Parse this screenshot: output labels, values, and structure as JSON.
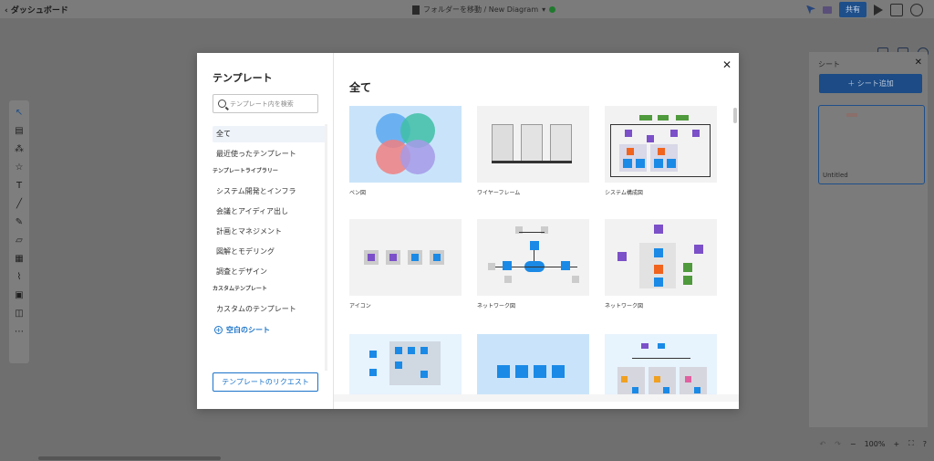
{
  "topbar": {
    "back_label": "ダッシュボード",
    "doc_title": "フォルダーを移動 / New Diagram",
    "share_label": "共有"
  },
  "sheet_panel": {
    "title": "シート",
    "add_label": "＋ シート追加",
    "sheets": [
      {
        "name": "Untitled"
      }
    ]
  },
  "zoom": {
    "level": "100%"
  },
  "modal": {
    "title": "テンプレート",
    "search_placeholder": "テンプレート内を検索",
    "nav": {
      "all": "全て",
      "recent": "最近使ったテンプレート",
      "library_heading": "テンプレートライブラリー",
      "library_items": [
        "システム開発とインフラ",
        "会議とアイディア出し",
        "計画とマネジメント",
        "図解とモデリング",
        "調査とデザイン"
      ],
      "custom_heading": "カスタムテンプレート",
      "custom_item": "カスタムのテンプレート",
      "blank_sheet": "空白のシート"
    },
    "request_button": "テンプレートのリクエスト",
    "main_heading": "全て"
  },
  "templates": [
    {
      "caption": "ベン図"
    },
    {
      "caption": "ワイヤーフレーム"
    },
    {
      "caption": "システム構成図"
    },
    {
      "caption": "アイコン"
    },
    {
      "caption": "ネットワーク図"
    },
    {
      "caption": "ネットワーク図"
    },
    {
      "caption": ""
    },
    {
      "caption": ""
    },
    {
      "caption": ""
    }
  ],
  "colors": {
    "accent": "#1a73c9",
    "venn_blue": "#5aa8f0",
    "venn_green": "#3fc0a6",
    "venn_red": "#f08080",
    "venn_purple": "#a69ae8",
    "diagram_blue": "#1a8ae6",
    "diagram_purple": "#7b50c8",
    "diagram_green": "#4f9a3c",
    "diagram_orange": "#f0641e"
  }
}
